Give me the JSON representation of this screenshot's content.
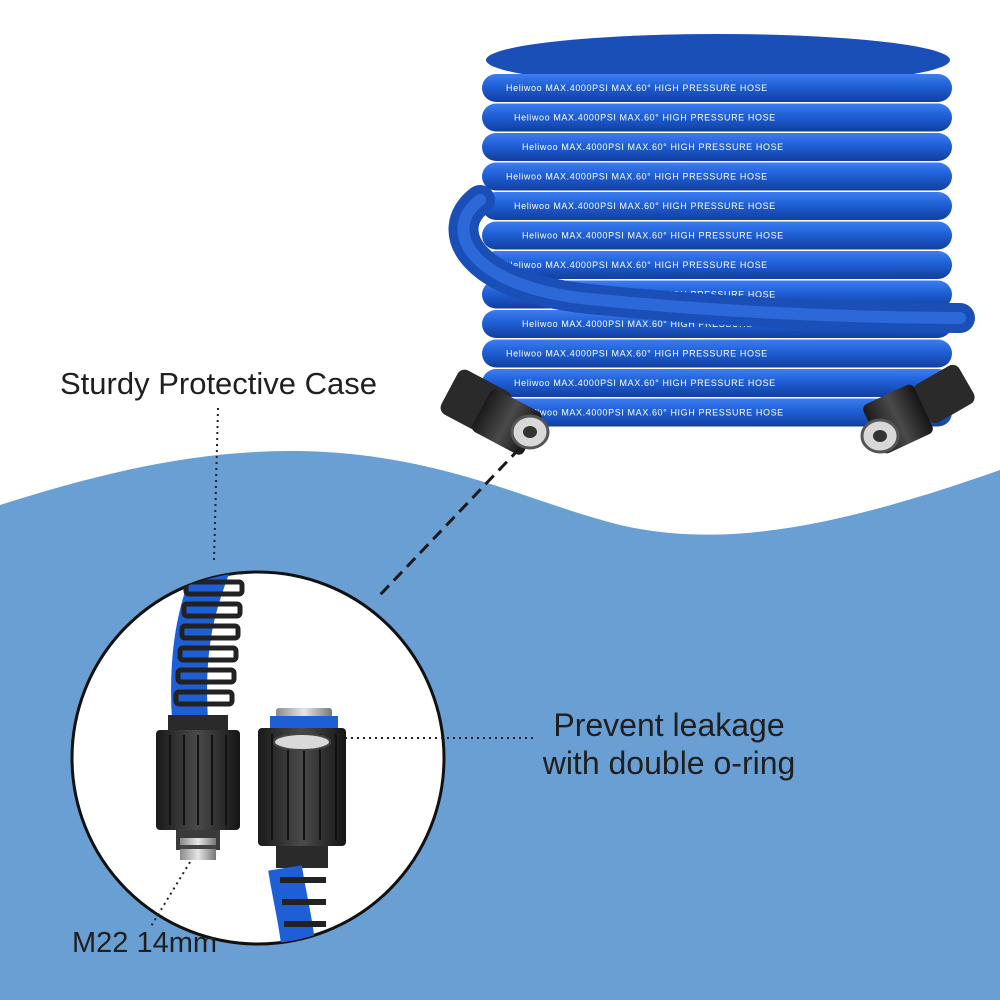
{
  "labels": {
    "protective_case": "Sturdy Protective Case",
    "leakage_line1": "Prevent leakage",
    "leakage_line2": "with double o-ring",
    "thread_size": "M22 14mm"
  },
  "hose_print": {
    "brand": "Heliwoo",
    "spec": "MAX.4000PSI  MAX.60°  HIGH  PRESSURE  HOSE"
  },
  "colors": {
    "background_blue": "#6a9fd4",
    "hose_blue": "#1f5fd6",
    "fitting_black": "#2a2a2a",
    "text": "#1f1f1f"
  }
}
